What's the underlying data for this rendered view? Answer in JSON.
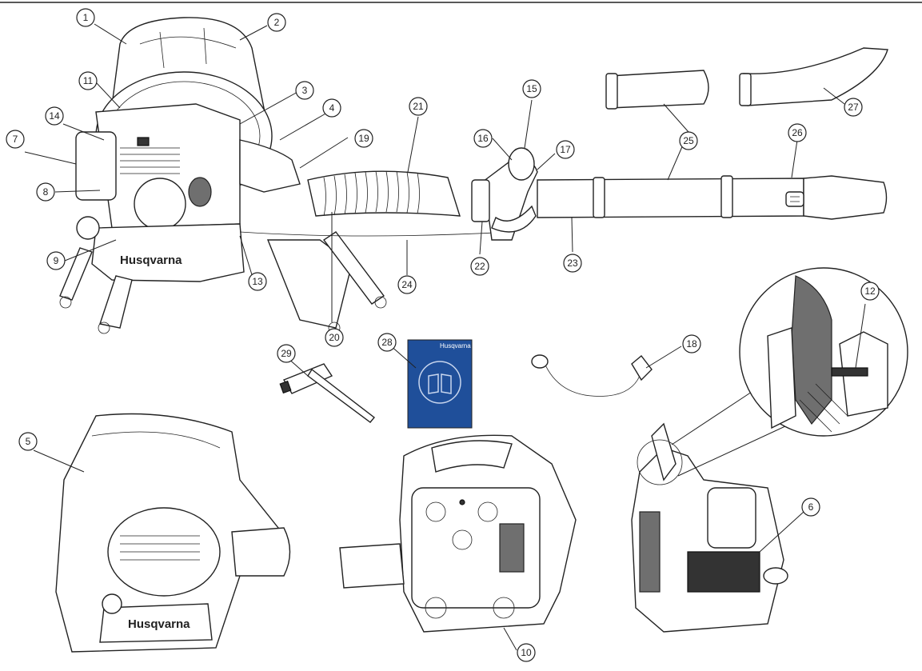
{
  "brand": {
    "logo_text": "Husqvarna"
  },
  "colors": {
    "outline": "#222222",
    "manual_blue": "#1f4f9a",
    "background": "#ffffff"
  },
  "callouts": {
    "c1": "1",
    "c2": "2",
    "c3": "3",
    "c4": "4",
    "c5": "5",
    "c6": "6",
    "c7": "7",
    "c8": "8",
    "c9": "9",
    "c10": "10",
    "c11": "11",
    "c12": "12",
    "c13": "13",
    "c14": "14",
    "c15": "15",
    "c16": "16",
    "c17": "17",
    "c18": "18",
    "c19": "19",
    "c20": "20",
    "c21": "21",
    "c22": "22",
    "c23": "23",
    "c24": "24",
    "c25": "25",
    "c26": "26",
    "c27": "27",
    "c28": "28",
    "c29": "29"
  },
  "icons": [
    "book-icon",
    "husqvarna-crown-logo"
  ]
}
